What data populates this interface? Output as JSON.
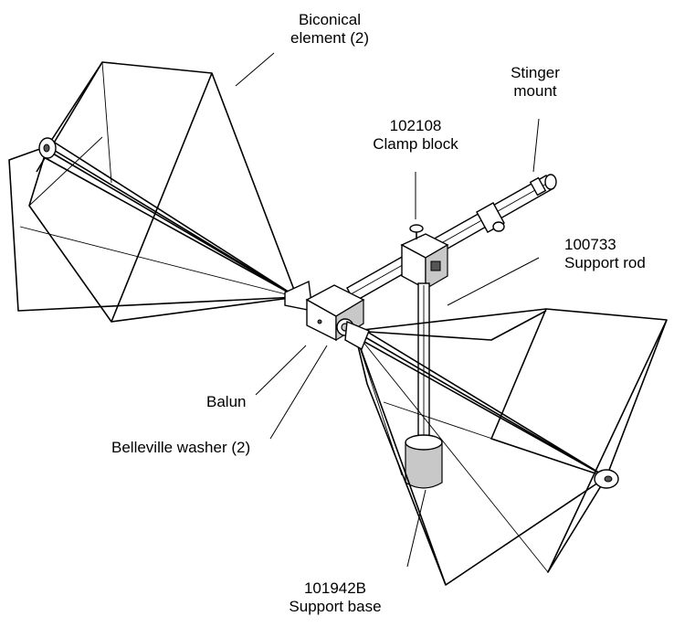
{
  "labels": {
    "biconical_element": [
      "Biconical",
      "element (2)"
    ],
    "stinger_mount": [
      "Stinger",
      "mount"
    ],
    "clamp_block": [
      "102108",
      "Clamp block"
    ],
    "support_rod": [
      "100733",
      "Support rod"
    ],
    "balun": "Balun",
    "belleville_washer": "Belleville washer (2)",
    "support_base": [
      "101942B",
      "Support base"
    ]
  }
}
